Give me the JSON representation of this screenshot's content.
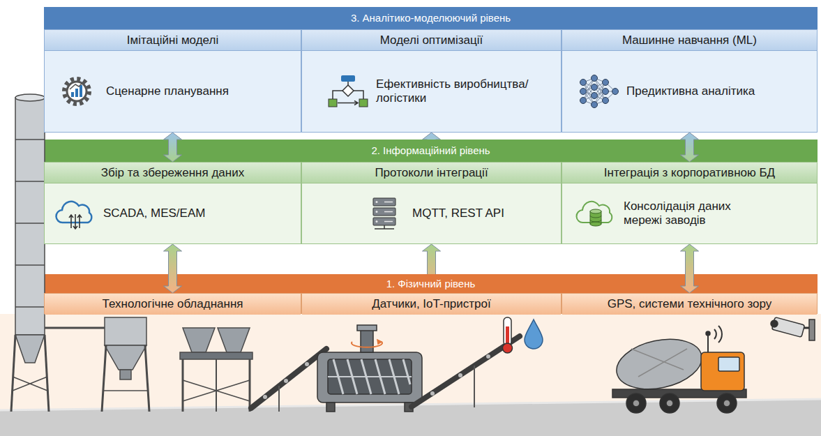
{
  "diagram": {
    "nodes": [
      {
        "text": [
          "3. Аналітико-моделюючий рівень"
        ]
      },
      {
        "text": [
          "Імітаційні моделі",
          "Сценарне планування"
        ],
        "in": 0
      },
      {
        "text": [
          "Моделі оптимізації",
          "Ефективність виробництва/логістики"
        ],
        "in": 0
      },
      {
        "text": [
          "Машинне навчання (ML)",
          "Предиктивна аналітика"
        ],
        "in": 0
      },
      {
        "text": [
          "2. Інформаційний рівень"
        ]
      },
      {
        "text": [
          "Збір та збереження даних",
          "SCADA, MES/EAM"
        ],
        "in": 4
      },
      {
        "text": [
          "Протоколи інтеграції",
          "MQTT, REST API"
        ],
        "in": 4
      },
      {
        "text": [
          "Інтеграція з корпоративною БД",
          "Консолідація даних мережі заводів"
        ],
        "in": 4
      },
      {
        "text": [
          "1. Фізичний рівень"
        ]
      },
      {
        "text": [
          "Технологічне обладнання"
        ],
        "in": 8
      },
      {
        "text": [
          "Датчики, IoT-пристрої"
        ],
        "in": 8
      },
      {
        "text": [
          "GPS, системи технічного зору"
        ],
        "in": 8
      }
    ],
    "edges": [
      {
        "from": 1,
        "to": 5,
        "arrow": "both"
      },
      {
        "from": 2,
        "to": 6,
        "arrow": "both"
      },
      {
        "from": 3,
        "to": 7,
        "arrow": "both"
      },
      {
        "from": 5,
        "to": 9,
        "arrow": "both"
      },
      {
        "from": 6,
        "to": 10,
        "arrow": "both"
      },
      {
        "from": 7,
        "to": 11,
        "arrow": "both"
      }
    ]
  }
}
